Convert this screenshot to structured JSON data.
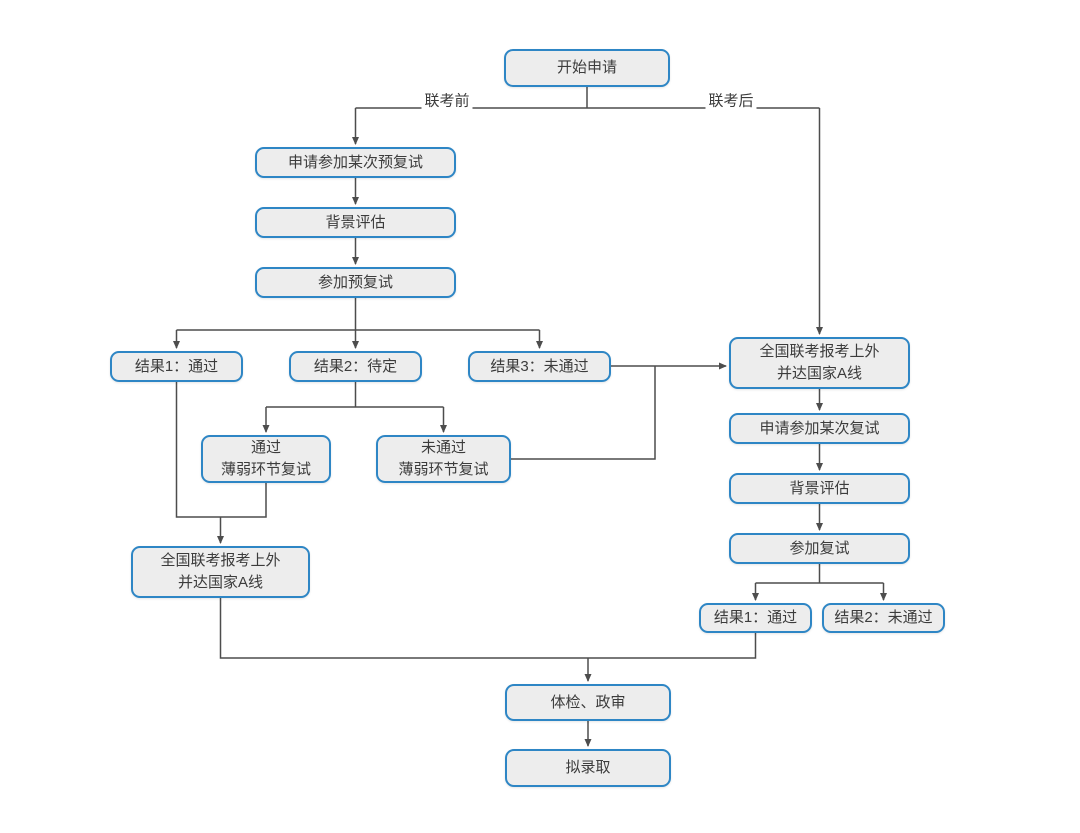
{
  "colors": {
    "background": "#ffffff",
    "node_fill": "#ededed",
    "node_border": "#2e86c5",
    "line": "#4d4d4d",
    "text": "#3c3c3c"
  },
  "edge_labels": {
    "before_exam": "联考前",
    "after_exam": "联考后"
  },
  "nodes": {
    "start": "开始申请",
    "pre_apply": "申请参加某次预复试",
    "pre_background": "背景评估",
    "pre_retest": "参加预复试",
    "pre_result_pass": "结果1：通过",
    "pre_result_pending": "结果2：待定",
    "pre_result_fail": "结果3：未通过",
    "weak_pass": "通过\n薄弱环节复试",
    "weak_fail": "未通过\n薄弱环节复试",
    "left_national_line": "全国联考报考上外\n并达国家A线",
    "right_national_line": "全国联考报考上外\n并达国家A线",
    "post_apply": "申请参加某次复试",
    "post_background": "背景评估",
    "post_retest": "参加复试",
    "post_result_pass": "结果1：通过",
    "post_result_fail": "结果2：未通过",
    "health_political_check": "体检、政审",
    "admission": "拟录取"
  }
}
